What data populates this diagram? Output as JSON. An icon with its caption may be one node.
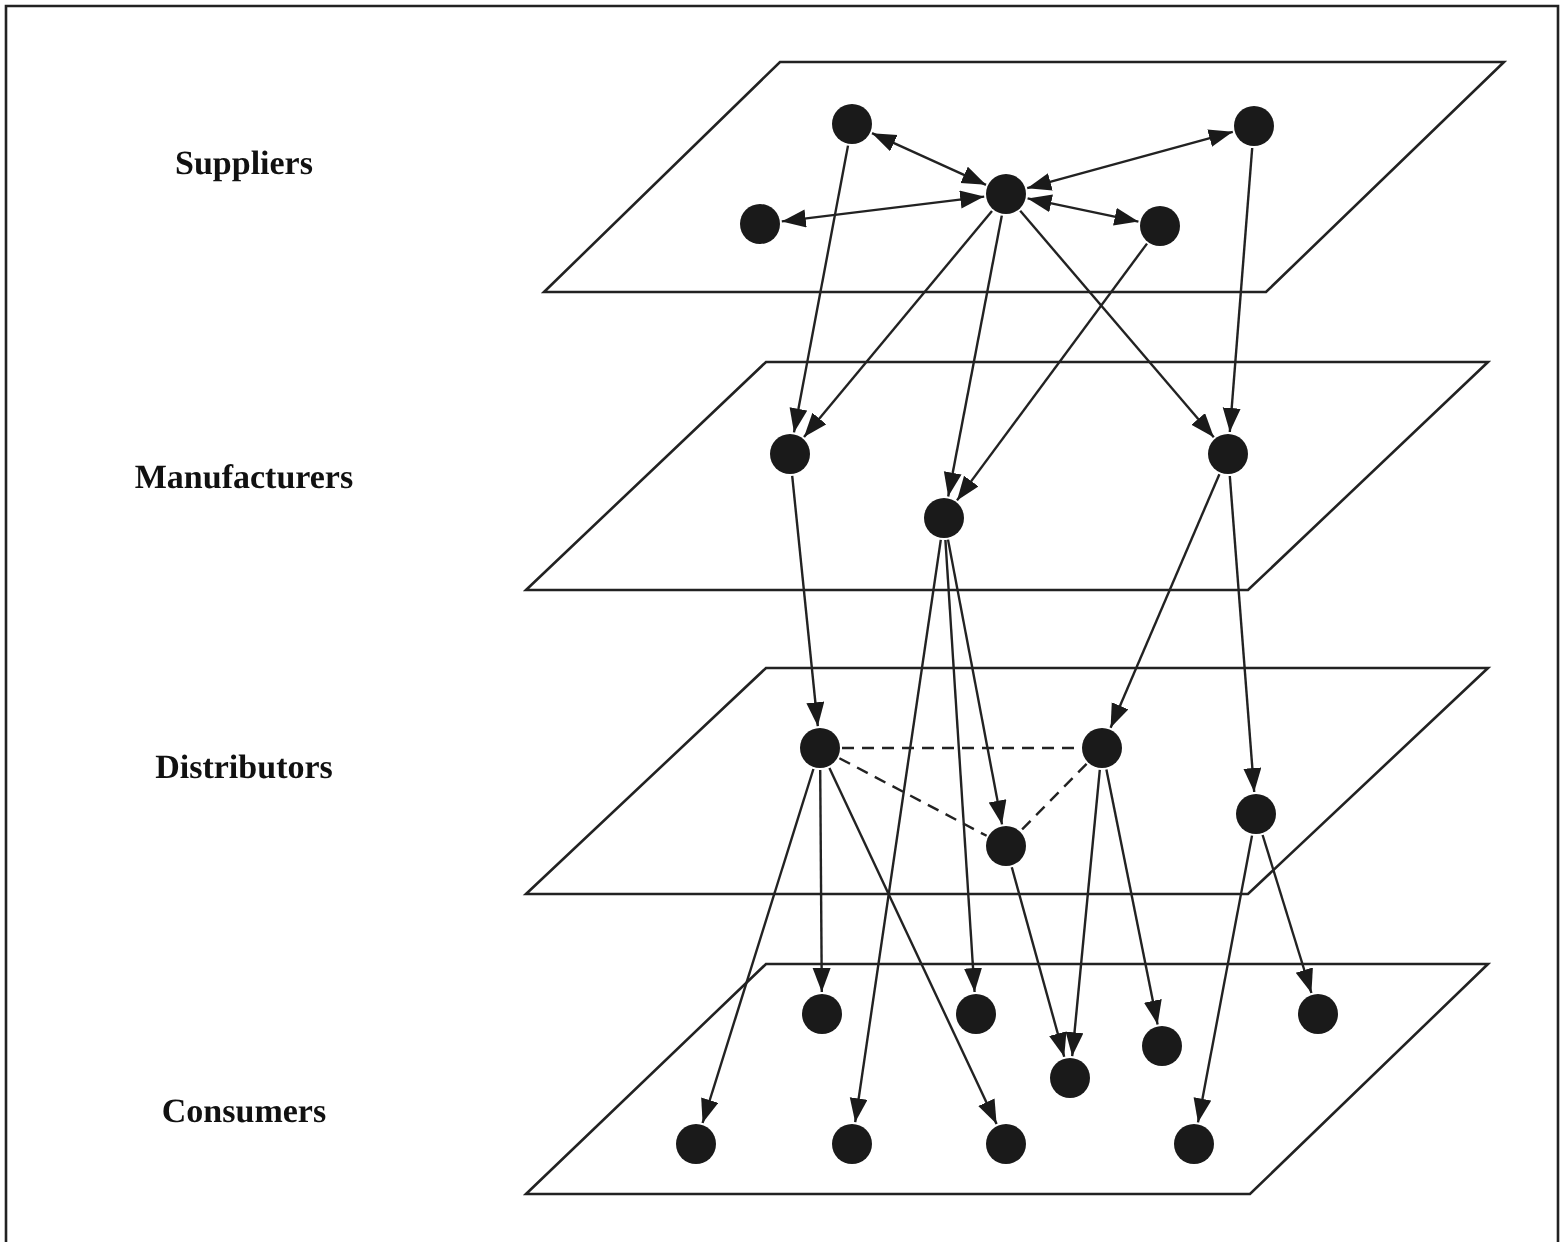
{
  "diagram": {
    "nodes": [
      {
        "text": [],
        "shape": "parallelogram"
      },
      {
        "text": [],
        "shape": "circle",
        "in": 0
      },
      {
        "text": [],
        "shape": "circle",
        "in": 0
      },
      {
        "text": [],
        "shape": "circle",
        "in": 0
      },
      {
        "text": [],
        "shape": "circle",
        "in": 0
      },
      {
        "text": [],
        "shape": "circle",
        "in": 0
      },
      {
        "text": [],
        "shape": "parallelogram"
      },
      {
        "text": [],
        "shape": "circle",
        "in": 6
      },
      {
        "text": [],
        "shape": "circle",
        "in": 6
      },
      {
        "text": [],
        "shape": "circle",
        "in": 6
      },
      {
        "text": [],
        "shape": "parallelogram"
      },
      {
        "text": [],
        "shape": "circle",
        "in": 10
      },
      {
        "text": [],
        "shape": "circle",
        "in": 10
      },
      {
        "text": [],
        "shape": "circle",
        "in": 10
      },
      {
        "text": [],
        "shape": "circle",
        "in": 10
      },
      {
        "text": [],
        "shape": "parallelogram"
      },
      {
        "text": [],
        "shape": "circle",
        "in": 15
      },
      {
        "text": [],
        "shape": "circle",
        "in": 15
      },
      {
        "text": [],
        "shape": "circle",
        "in": 15
      },
      {
        "text": [],
        "shape": "circle",
        "in": 15
      },
      {
        "text": [],
        "shape": "circle",
        "in": 15
      },
      {
        "text": [],
        "shape": "circle",
        "in": 15
      },
      {
        "text": [],
        "shape": "circle",
        "in": 15
      },
      {
        "text": [],
        "shape": "circle",
        "in": 15
      },
      {
        "text": [],
        "shape": "circle",
        "in": 15
      }
    ],
    "edges": [
      {
        "from": 1,
        "to": 3,
        "arrow": "both"
      },
      {
        "from": 3,
        "to": 2,
        "arrow": "both"
      },
      {
        "from": 3,
        "to": 4,
        "arrow": "both"
      },
      {
        "from": 3,
        "to": 5,
        "arrow": "both"
      },
      {
        "from": 1,
        "to": 7,
        "arrow": "to"
      },
      {
        "from": 3,
        "to": 7,
        "arrow": "to"
      },
      {
        "from": 3,
        "to": 9,
        "arrow": "to"
      },
      {
        "from": 3,
        "to": 8,
        "arrow": "to"
      },
      {
        "from": 5,
        "to": 9,
        "arrow": "to"
      },
      {
        "from": 2,
        "to": 8,
        "arrow": "to"
      },
      {
        "from": 7,
        "to": 11,
        "arrow": "to"
      },
      {
        "from": 9,
        "to": 22,
        "arrow": "to"
      },
      {
        "from": 9,
        "to": 17,
        "arrow": "to"
      },
      {
        "from": 9,
        "to": 14,
        "arrow": "to"
      },
      {
        "from": 8,
        "to": 12,
        "arrow": "to"
      },
      {
        "from": 8,
        "to": 13,
        "arrow": "to"
      },
      {
        "from": 11,
        "to": 12,
        "arrow": "none",
        "style": "dashed"
      },
      {
        "from": 11,
        "to": 14,
        "arrow": "none",
        "style": "dashed"
      },
      {
        "from": 12,
        "to": 14,
        "arrow": "none",
        "style": "dashed"
      },
      {
        "from": 11,
        "to": 21,
        "arrow": "to"
      },
      {
        "from": 11,
        "to": 16,
        "arrow": "to"
      },
      {
        "from": 11,
        "to": 23,
        "arrow": "to"
      },
      {
        "from": 14,
        "to": 20,
        "arrow": "to"
      },
      {
        "from": 12,
        "to": 20,
        "arrow": "to"
      },
      {
        "from": 12,
        "to": 19,
        "arrow": "to"
      },
      {
        "from": 13,
        "to": 24,
        "arrow": "to"
      },
      {
        "from": 13,
        "to": 18,
        "arrow": "to"
      }
    ],
    "labels": [
      "Suppliers",
      "Manufacturers",
      "Distributors",
      "Consumers"
    ]
  }
}
